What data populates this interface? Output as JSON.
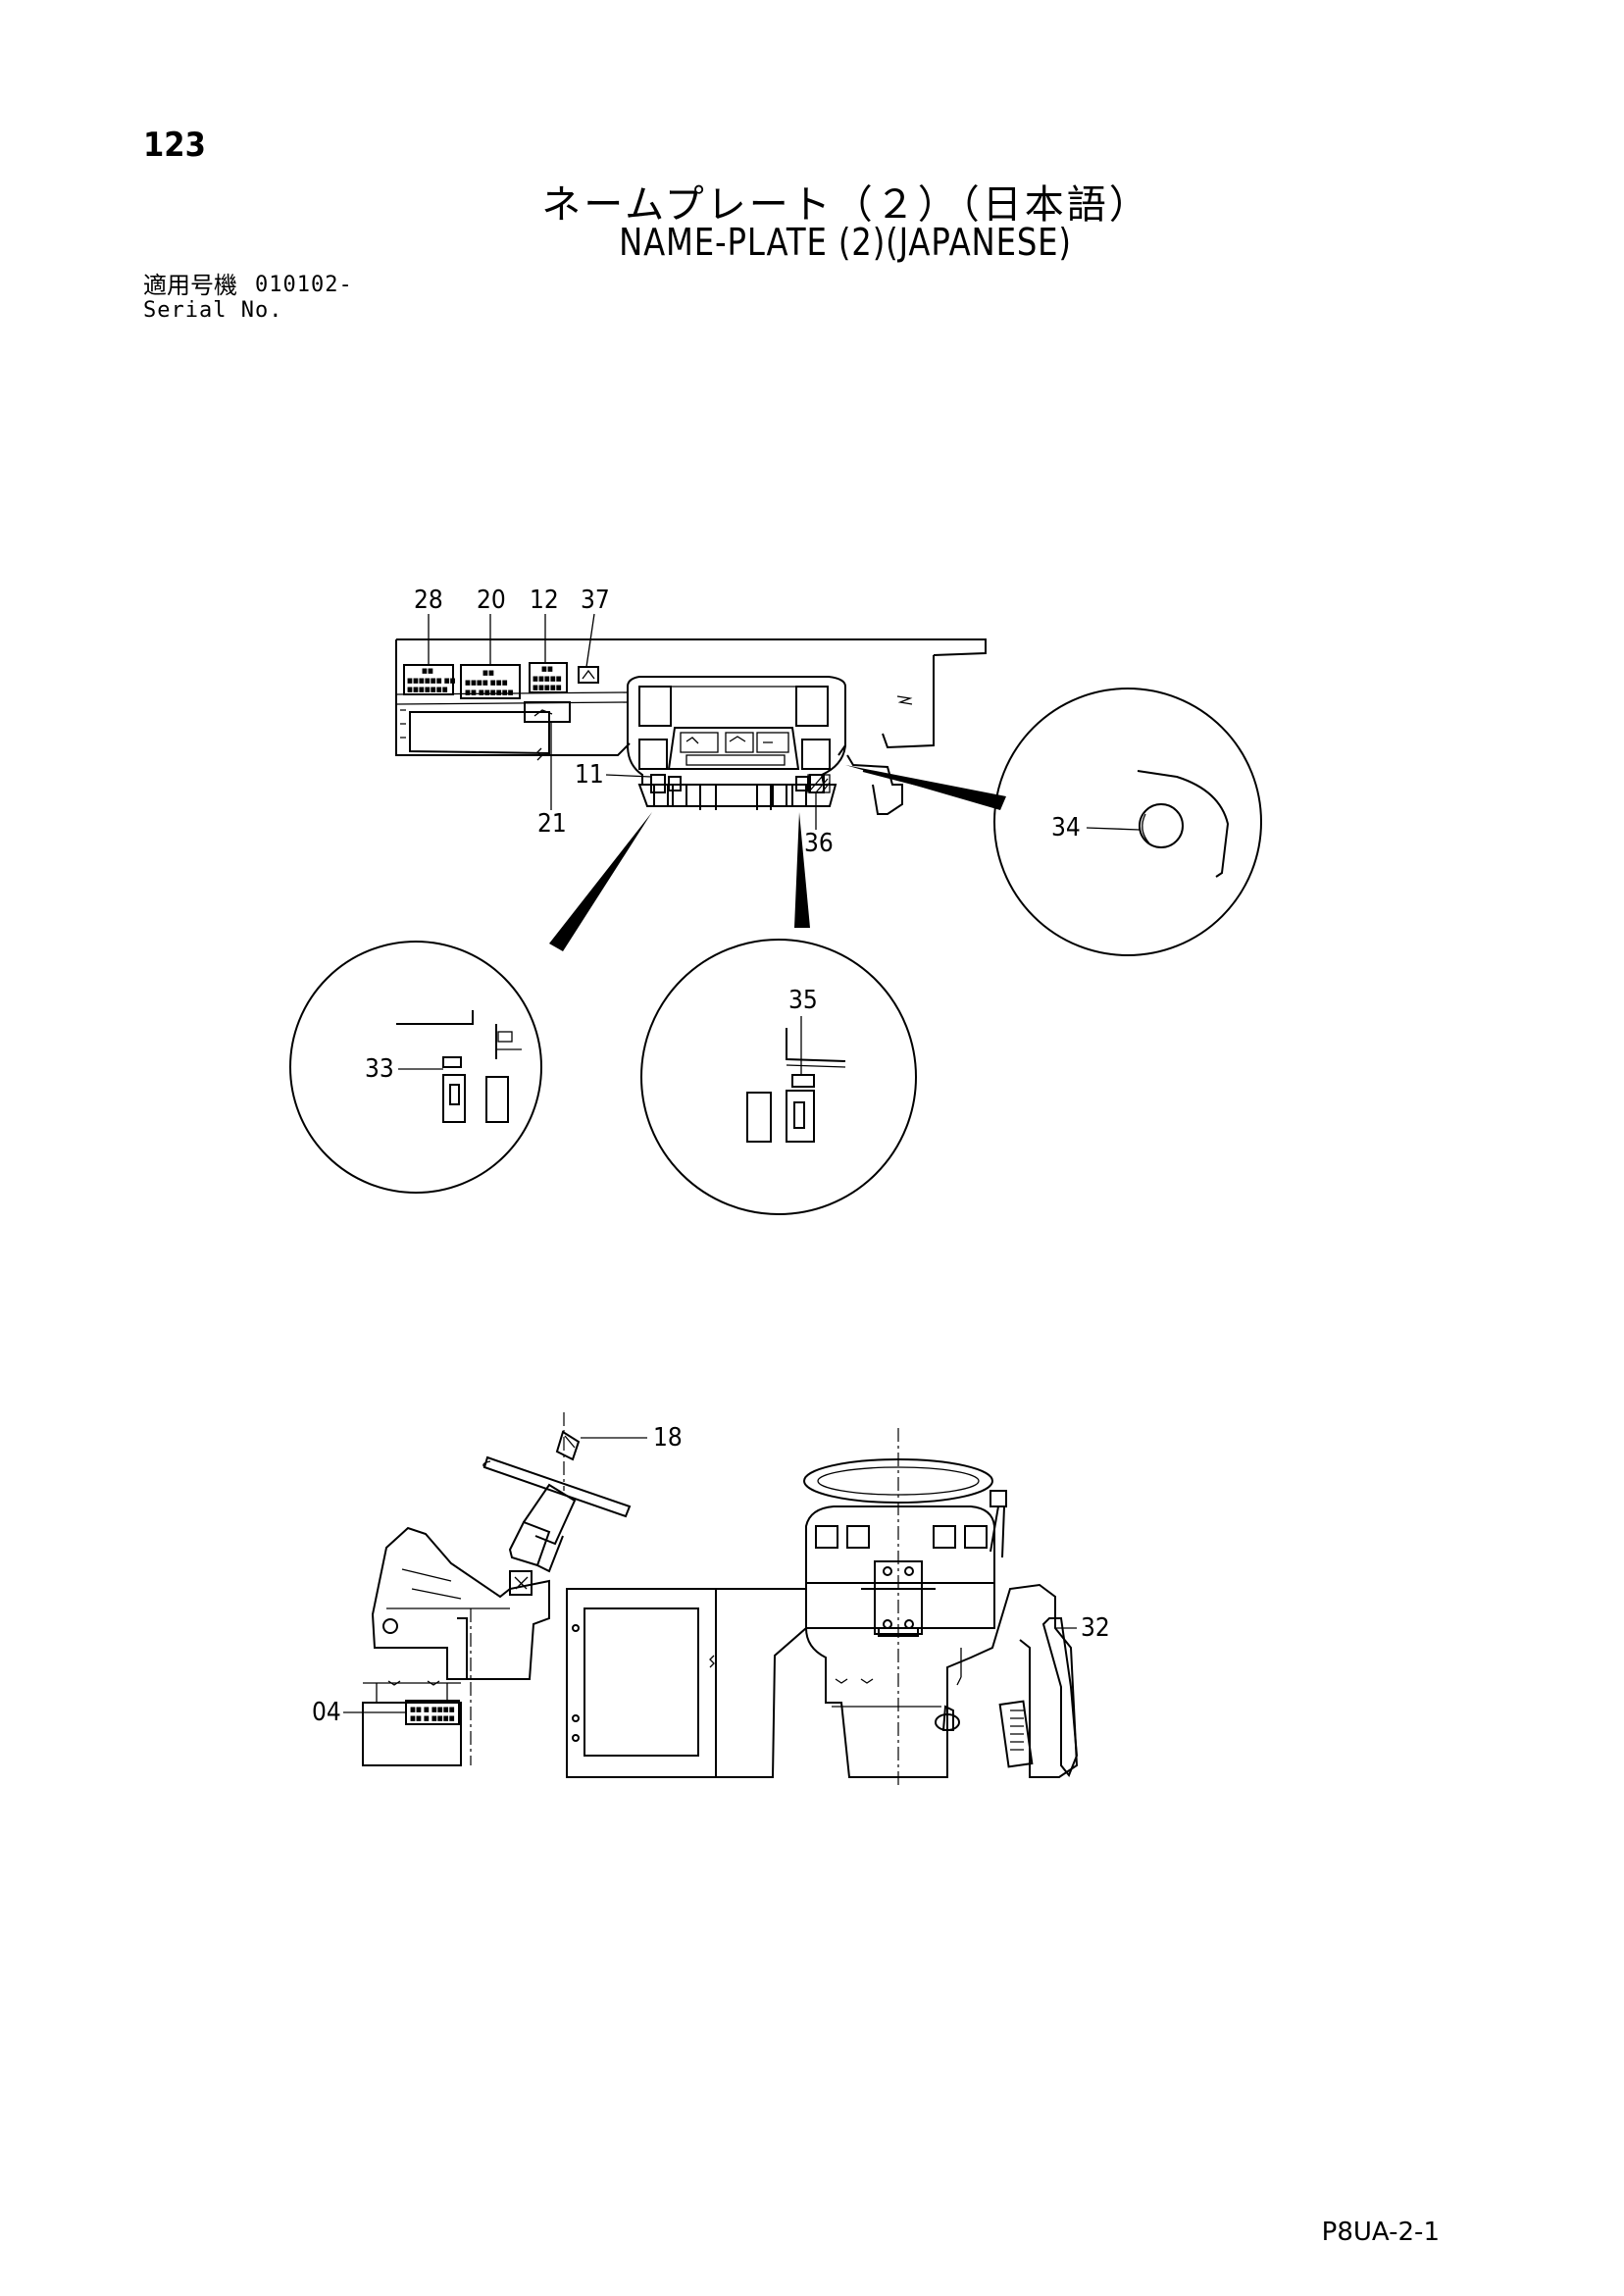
{
  "page": {
    "number": "123",
    "title_jp": "ネームプレート（２）（日本語）",
    "title_en": "NAME-PLATE (2)(JAPANESE)",
    "serial_label_jp": "適用号機",
    "serial_value": "010102-",
    "serial_label_en": "Serial No.",
    "doc_code": "P8UA-2-1"
  },
  "callouts": {
    "top_panel": [
      "28",
      "20",
      "12",
      "37",
      "11",
      "21",
      "36"
    ],
    "detail_right": "34",
    "detail_left": "33",
    "detail_mid": "35",
    "side_view": [
      "18",
      "04"
    ],
    "front_view": "32"
  }
}
